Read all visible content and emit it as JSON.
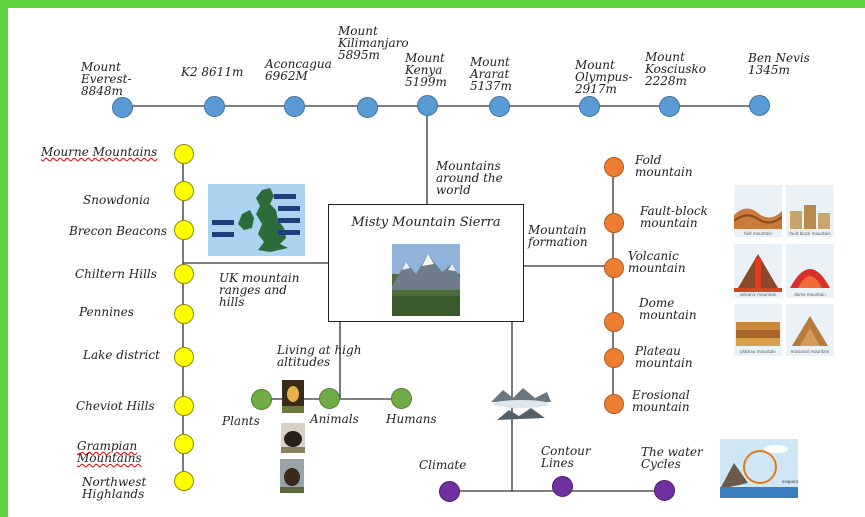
{
  "center": {
    "title": "Misty Mountain Sierra"
  },
  "branches": {
    "world": "Mountains\naround the\nworld",
    "formation": "Mountain\nformation",
    "uk": "UK mountain\nranges and\nhills",
    "living": "Living at high\naltitudes"
  },
  "world_mountains": [
    "Mount\nEverest-\n8848m",
    "K2  8611m",
    "Aconcagua\n6962M",
    "Mount\nKilimanjaro\n5895m",
    "Mount\nKenya\n5199m",
    "Mount\nArarat\n5137m",
    "Mount\nOlympus-\n2917m",
    "Mount\nKosciusko\n2228m",
    "Ben Nevis\n1345m"
  ],
  "uk_mountains": [
    "Mourne Mountains",
    "Snowdonia",
    "Brecon Beacons",
    "Chiltern Hills",
    "Pennines",
    "Lake district",
    "Cheviot Hills",
    "Grampian\nMountains",
    "Northwest\nHighlands"
  ],
  "formation_types": [
    "Fold\nmountain",
    "Fault-block\nmountain",
    "Volcanic\nmountain",
    "Dome\nmountain",
    "Plateau\nmountain",
    "Erosional\nmountain"
  ],
  "living": {
    "plants": "Plants",
    "animals": "Animals",
    "humans": "Humans"
  },
  "bottom_topics": {
    "climate": "Climate",
    "contour": "Contour\nLines",
    "water": "The water\nCycles"
  },
  "formation_figure_captions": [
    "fold mountain",
    "fault block mountain",
    "volcanic mountain",
    "dome mountain",
    "plateau mountain",
    "erosional mountain"
  ],
  "water_cycle_caption": "evaporation",
  "colors": {
    "blue": "#5b9bd5",
    "yellow": "#ffff00",
    "orange": "#ed7d31",
    "green": "#70ad47",
    "purple": "#7030a0",
    "frame": "#5fd33b"
  }
}
